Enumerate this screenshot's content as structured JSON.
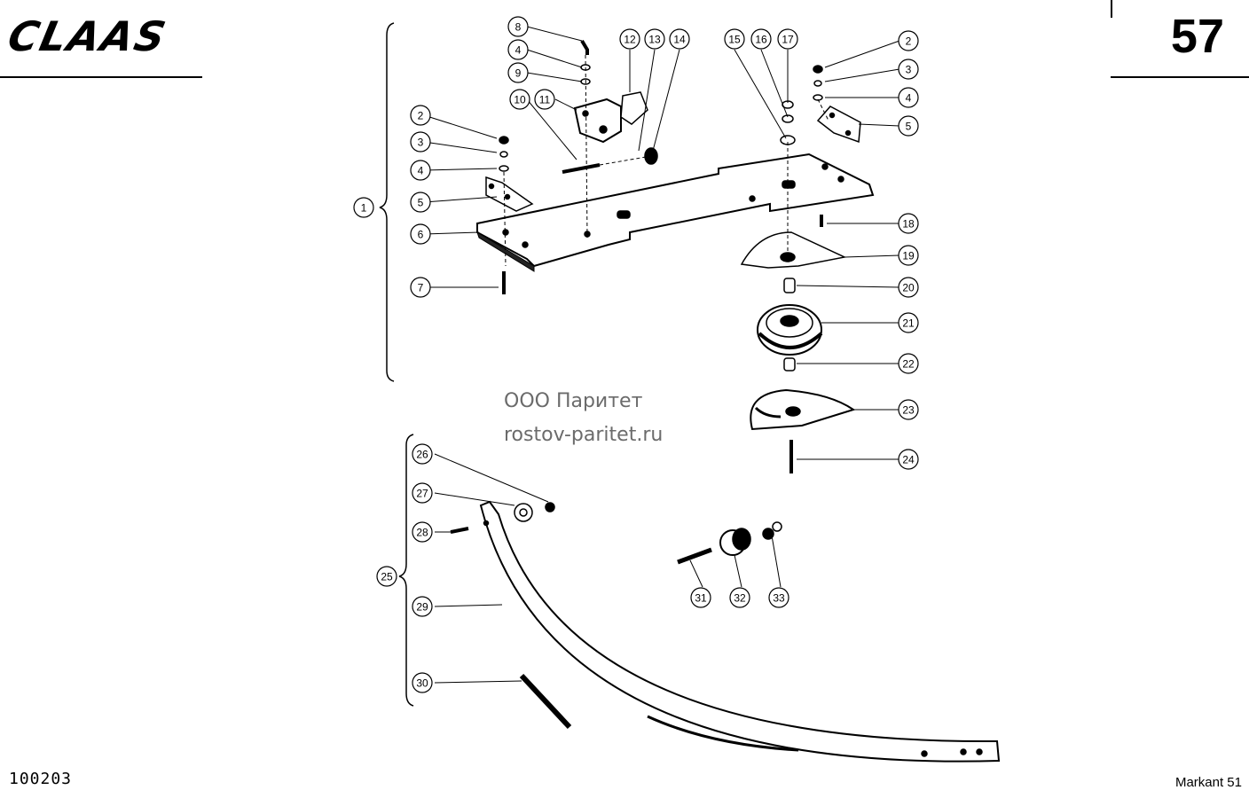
{
  "header": {
    "brand": "CLAAS",
    "page_number": "57"
  },
  "footer": {
    "document_code": "100203",
    "model": "Markant 51"
  },
  "watermark": {
    "line1": "ООО Паритет",
    "line2": "rostov-paritet.ru"
  },
  "diagram": {
    "groups": [
      {
        "label": "1",
        "parts": [
          "2",
          "3",
          "4",
          "5",
          "6",
          "7",
          "8",
          "9",
          "10",
          "11",
          "12",
          "13",
          "14",
          "15",
          "16",
          "17",
          "18",
          "19",
          "20",
          "21",
          "22",
          "23",
          "24"
        ]
      },
      {
        "label": "25",
        "parts": [
          "26",
          "27",
          "28",
          "29",
          "30"
        ]
      }
    ],
    "callouts": [
      "1",
      "2",
      "3",
      "4",
      "5",
      "6",
      "7",
      "8",
      "9",
      "10",
      "11",
      "12",
      "13",
      "14",
      "15",
      "16",
      "17",
      "18",
      "19",
      "20",
      "21",
      "22",
      "23",
      "24",
      "25",
      "26",
      "27",
      "28",
      "29",
      "30",
      "31",
      "32",
      "33"
    ],
    "extra_callouts_right": [
      "2",
      "3",
      "4",
      "5"
    ]
  },
  "colors": {
    "ink": "#000000",
    "watermark": "#6b6b6b",
    "paper": "#ffffff"
  }
}
